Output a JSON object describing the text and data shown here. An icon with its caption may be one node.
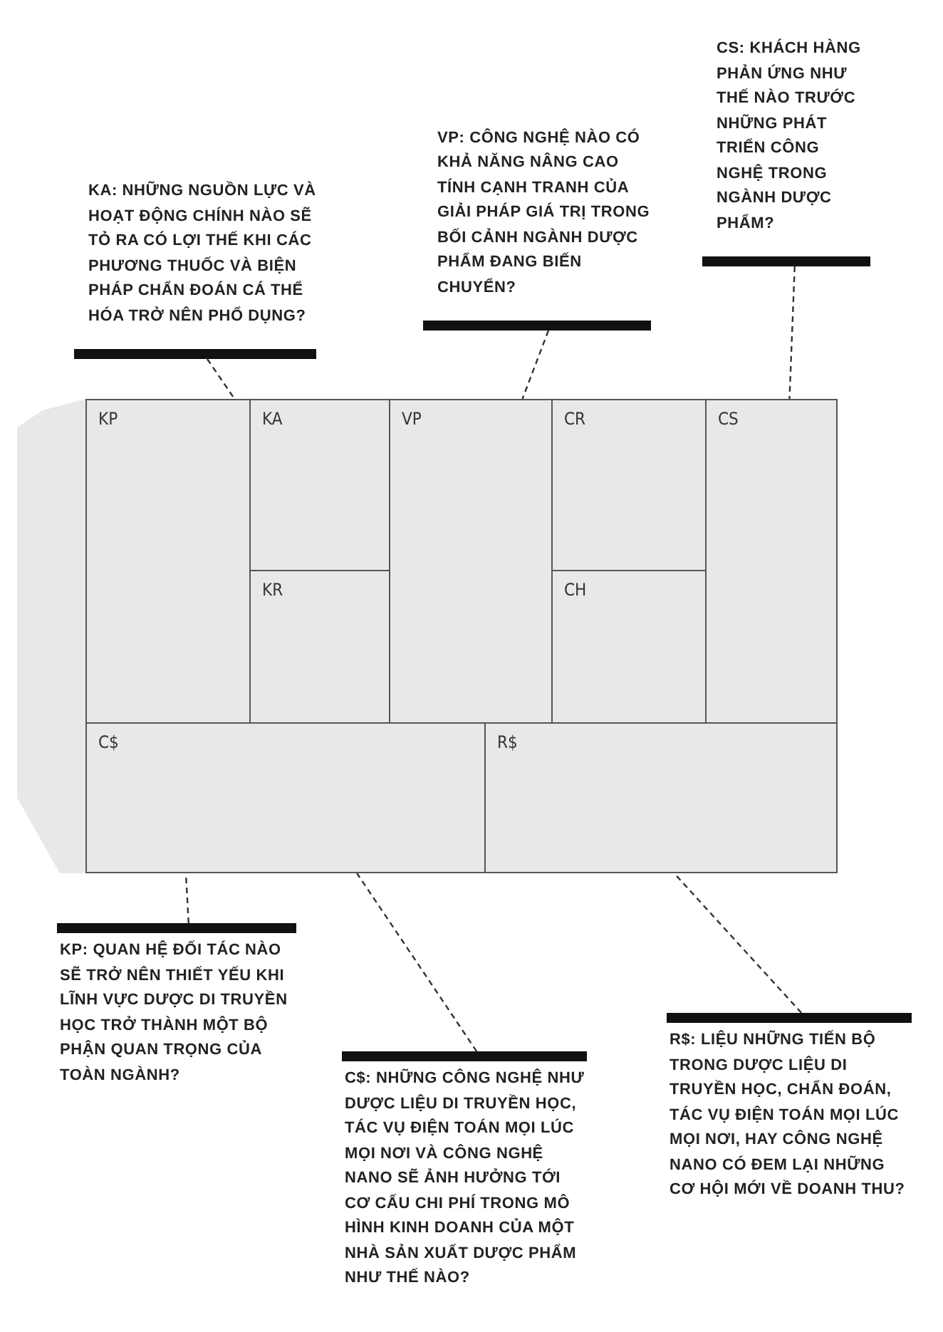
{
  "diagram": {
    "nodes": [
      {
        "text": [
          "KA: NHỮNG NGUỒN LỰC VÀ HOẠT ĐỘNG CHÍNH NÀO SẼ TỎ RA CÓ LỢI THẾ KHI CÁC PHƯƠNG THUỐC VÀ BIỆN PHÁP CHẨN ĐOÁN CÁ THỂ HÓA TRỞ NÊN PHỔ DỤNG?"
        ]
      },
      {
        "text": [
          "VP: CÔNG NGHỆ NÀO CÓ KHẢ NĂNG NÂNG CAO TÍNH CẠNH TRANH CỦA GIẢI PHÁP GIÁ TRỊ TRONG BỐI CẢNH NGÀNH DƯỢC PHẨM ĐANG BIẾN CHUYỂN?"
        ]
      },
      {
        "text": [
          "CS: KHÁCH HÀNG PHẢN ỨNG NHƯ THẾ NÀO TRƯỚC NHỮNG PHÁT TRIỂN CÔNG NGHỆ TRONG NGÀNH DƯỢC PHẨM?"
        ]
      },
      {
        "text": [
          "KP"
        ]
      },
      {
        "text": [
          "KA"
        ]
      },
      {
        "text": [
          "VP"
        ]
      },
      {
        "text": [
          "CR"
        ]
      },
      {
        "text": [
          "CS"
        ]
      },
      {
        "text": [
          "KR"
        ]
      },
      {
        "text": [
          "CH"
        ]
      },
      {
        "text": [
          "C$"
        ]
      },
      {
        "text": [
          "R$"
        ]
      },
      {
        "text": [
          "KP: QUAN HỆ ĐỐI TÁC NÀO SẼ TRỞ NÊN THIẾT YẾU KHI LĨNH VỰC DƯỢC DI TRUYỀN HỌC TRỞ THÀNH MỘT BỘ PHẬN QUAN TRỌNG CỦA TOÀN NGÀNH?"
        ]
      },
      {
        "text": [
          "C$: NHỮNG CÔNG NGHỆ NHƯ DƯỢC LIỆU DI TRUYỀN HỌC, TÁC VỤ ĐIỆN TOÁN MỌI LÚC MỌI NƠI VÀ CÔNG NGHỆ NANO SẼ ẢNH HƯỞNG TỚI CƠ CẤU CHI PHÍ TRONG MÔ HÌNH KINH DOANH CỦA MỘT NHÀ SẢN XUẤT DƯỢC PHẨM NHƯ THẾ NÀO?"
        ]
      },
      {
        "text": [
          "R$: LIỆU NHỮNG TIẾN BỘ TRONG DƯỢC LIỆU DI TRUYỀN HỌC, CHẨN ĐOÁN, TÁC VỤ ĐIỆN TOÁN MỌI LÚC MỌI NƠI, HAY CÔNG NGHỆ NANO CÓ ĐEM LẠI NHỮNG CƠ HỘI MỚI VỀ DOANH THU?"
        ]
      }
    ],
    "edges": [
      {
        "from": 0,
        "to": 4,
        "arrow": "none",
        "style": "dashed"
      },
      {
        "from": 1,
        "to": 5,
        "arrow": "none",
        "style": "dashed"
      },
      {
        "from": 2,
        "to": 7,
        "arrow": "none",
        "style": "dashed"
      },
      {
        "from": 12,
        "to": 3,
        "arrow": "none",
        "style": "dashed"
      },
      {
        "from": 13,
        "to": 10,
        "arrow": "none",
        "style": "dashed"
      },
      {
        "from": 14,
        "to": 11,
        "arrow": "none",
        "style": "dashed"
      }
    ]
  }
}
